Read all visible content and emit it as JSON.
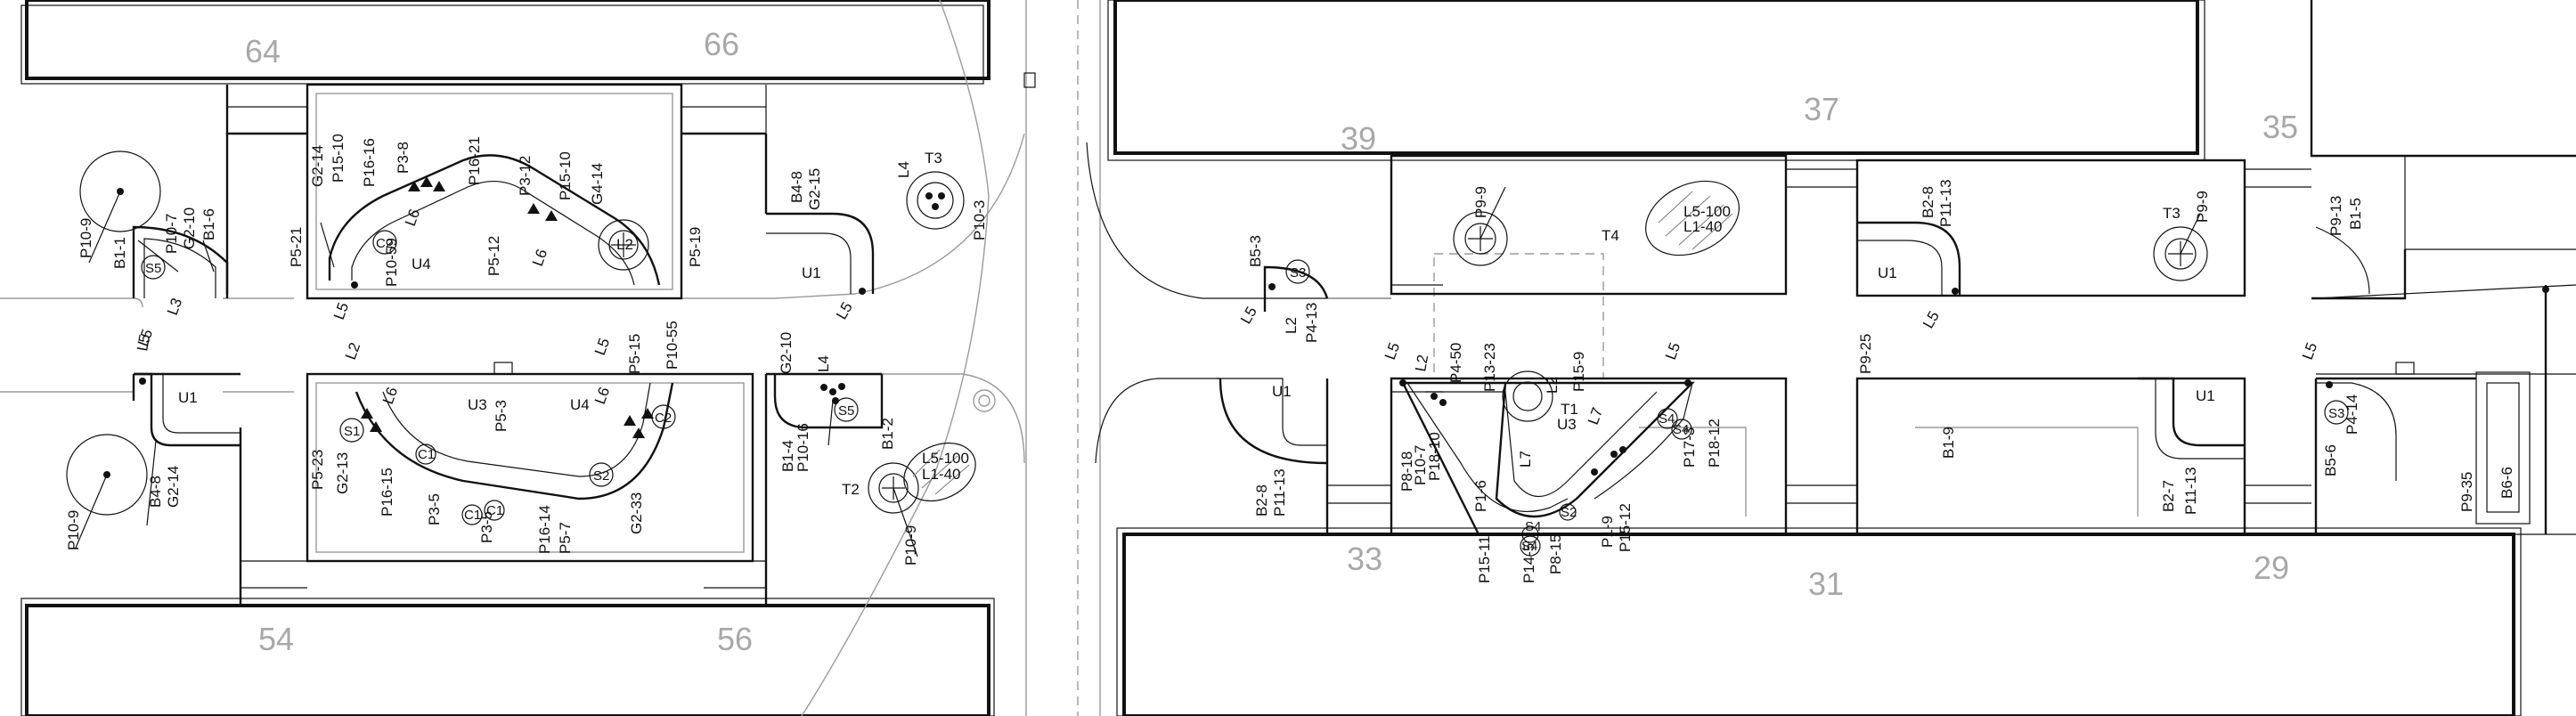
{
  "block_numbers": [
    "64",
    "66",
    "54",
    "56",
    "39",
    "37",
    "35",
    "33",
    "31",
    "29"
  ],
  "labels": {
    "a1": "P10-9",
    "a2": "B1-1",
    "a3": "P10-7",
    "a4": "G2-10",
    "a5": "B1-6",
    "a6": "L3",
    "a7": "L5",
    "b1": "P5-21",
    "b2": "G2-14",
    "b3": "P15-10",
    "b4": "P16-16",
    "b5": "P3-8",
    "b6": "P16-21",
    "b7": "P3-12",
    "b8": "P15-10",
    "b9": "G4-14",
    "b10": "P10-59",
    "b11": "P5-12",
    "b12": "P5-19",
    "b13": "L6",
    "b14": "L6",
    "b15": "L5",
    "b16": "U4",
    "b17": "L2",
    "c1": "B4-8",
    "c2": "G2-15",
    "c3": "U1",
    "c4": "L5",
    "c5": "L4",
    "c6": "T3",
    "c7": "P10-3",
    "d1": "L5",
    "d2": "U1",
    "d3": "P10-9",
    "d4": "B4-8",
    "d5": "G2-14",
    "e1": "L2",
    "e2": "U3",
    "e3": "P5-3",
    "e4": "L5",
    "e5": "P5-15",
    "e6": "P10-55",
    "e7": "U4",
    "e8": "L6",
    "e9": "L6",
    "e10": "P5-23",
    "e11": "G2-13",
    "e12": "P16-15",
    "e13": "P3-5",
    "e14": "P3-5",
    "e15": "P16-14",
    "e16": "P5-7",
    "e17": "G2-33",
    "f1": "G2-10",
    "f2": "L4",
    "f3": "B1-4",
    "f4": "P10-16",
    "f5": "B1-2",
    "f6": "L5-100",
    "f7": "L1-40",
    "f8": "T2",
    "f9": "P10-9",
    "g1": "B5-3",
    "g2": "L5",
    "g3": "L2",
    "g4": "P4-13",
    "h1": "P9-9",
    "h2": "L5-100",
    "h3": "L1-40",
    "h4": "T4",
    "i1": "B2-8",
    "i2": "P11-13",
    "i3": "U1",
    "i4": "L5",
    "i5": "T3",
    "i6": "P9-9",
    "j1": "P9-13",
    "j2": "B1-5",
    "k1": "U1",
    "k2": "B2-8",
    "k3": "P11-13",
    "m1": "L5",
    "m2": "L2",
    "m3": "P4-50",
    "m4": "P13-23",
    "m5": "L2",
    "m6": "P15-9",
    "m7": "L5",
    "m8": "P8-18",
    "m9": "P10-7",
    "m10": "P18-10",
    "m11": "P1-6",
    "m12": "T1",
    "m13": "U3",
    "m14": "L7",
    "m15": "L7",
    "m16": "P17-3",
    "m17": "P18-12",
    "m18": "P15-11",
    "m19": "P14-5",
    "m20": "P8-15",
    "m21": "P1-9",
    "m22": "P15-12",
    "n1": "P9-25",
    "n2": "B1-9",
    "o1": "U1",
    "o2": "B2-7",
    "o3": "P11-13",
    "p1": "L5",
    "p2": "B5-6",
    "p3": "P4-14",
    "p4": "P9-35",
    "p5": "B6-6"
  },
  "symbols": {
    "s5a": "S5",
    "s5b": "S5",
    "s1": "S1",
    "s2": "S2",
    "c1": "C1",
    "c1b": "C1",
    "c1c": "C1",
    "c2": "C2",
    "c2b": "C2",
    "s3a": "S3",
    "s3b": "S3",
    "s4a": "S4",
    "s4b": "S4",
    "s4c": "S4",
    "s4d": "S4",
    "s2b": "S2"
  }
}
